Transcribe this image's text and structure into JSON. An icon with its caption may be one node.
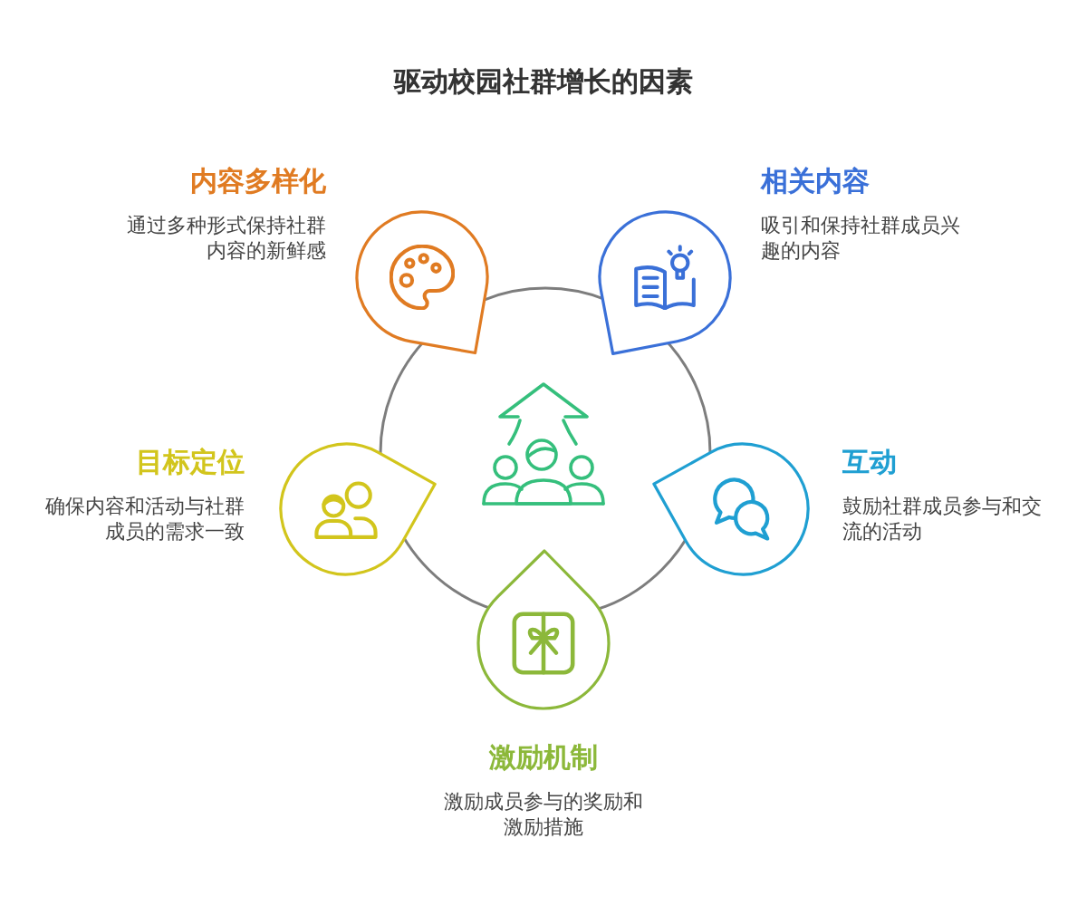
{
  "diagram": {
    "title": "驱动校园社群增长的因素",
    "nodes": [
      {
        "text": [
          "内容多样化",
          "通过多种形式保持社群内容的新鲜感"
        ]
      },
      {
        "text": [
          "相关内容",
          "吸引和保持社群成员兴趣的内容"
        ]
      },
      {
        "text": [
          "目标定位",
          "确保内容和活动与社群成员的需求一致"
        ]
      },
      {
        "text": [
          "互动",
          "鼓励社群成员参与和交流的活动"
        ]
      },
      {
        "text": [
          "激励机制",
          "激励成员参与的奖励和激励措施"
        ]
      },
      {
        "text": [],
        "shape": "circle"
      }
    ]
  }
}
